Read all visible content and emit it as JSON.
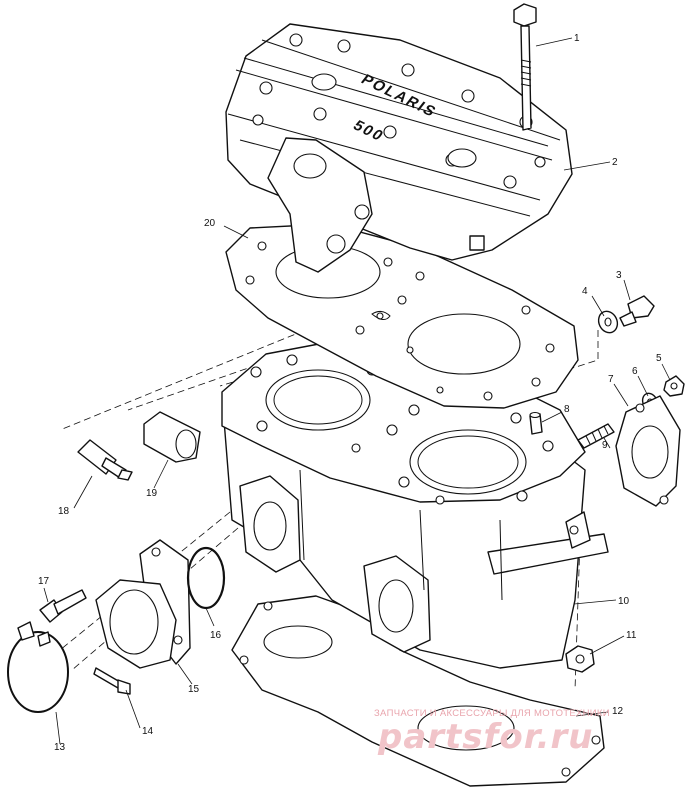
{
  "diagram": {
    "head_casting": {
      "upper_text": "POLARIS",
      "lower_text": "500"
    },
    "callouts": [
      {
        "id": "c1",
        "label": "1"
      },
      {
        "id": "c2",
        "label": "2"
      },
      {
        "id": "c3",
        "label": "3"
      },
      {
        "id": "c4",
        "label": "4"
      },
      {
        "id": "c5",
        "label": "5"
      },
      {
        "id": "c6",
        "label": "6"
      },
      {
        "id": "c7",
        "label": "7"
      },
      {
        "id": "c8",
        "label": "8"
      },
      {
        "id": "c9",
        "label": "9"
      },
      {
        "id": "c10",
        "label": "10"
      },
      {
        "id": "c11",
        "label": "11"
      },
      {
        "id": "c12",
        "label": "12"
      },
      {
        "id": "c13",
        "label": "13"
      },
      {
        "id": "c14",
        "label": "14"
      },
      {
        "id": "c15",
        "label": "15"
      },
      {
        "id": "c16",
        "label": "16"
      },
      {
        "id": "c17",
        "label": "17"
      },
      {
        "id": "c18",
        "label": "18"
      },
      {
        "id": "c19",
        "label": "19"
      },
      {
        "id": "c20",
        "label": "20"
      }
    ],
    "watermark": {
      "tagline": "ЗАПЧАСТИ И АКСЕССУАРЫ ДЛЯ МОТОТЕХНИКИ",
      "brand": "partsfor.ru"
    }
  }
}
